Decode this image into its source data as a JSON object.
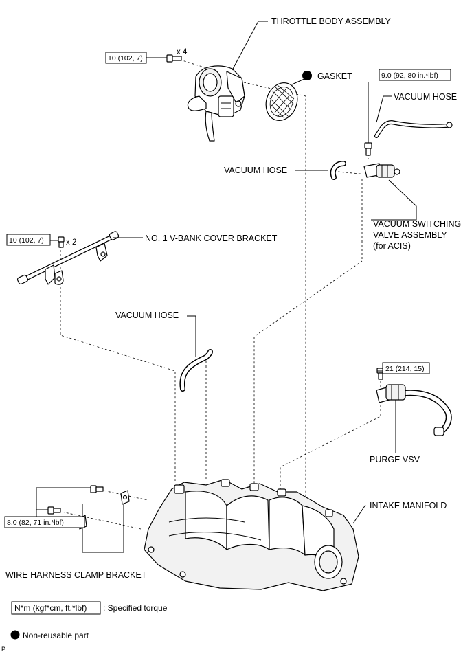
{
  "labels": {
    "throttle_body": "THROTTLE BODY ASSEMBLY",
    "gasket": "GASKET",
    "vacuum_hose_top": "VACUUM HOSE",
    "vacuum_hose_mid": "VACUUM HOSE",
    "vacuum_hose_low": "VACUUM HOSE",
    "vsv_line1": "VACUUM SWITCHING",
    "vsv_line2": "VALVE ASSEMBLY",
    "vsv_line3": "(for ACIS)",
    "vbank_bracket": "NO. 1 V-BANK COVER BRACKET",
    "purge_vsv": "PURGE VSV",
    "intake_manifold": "INTAKE MANIFOLD",
    "wire_harness": "WIRE HARNESS CLAMP BRACKET"
  },
  "torques": {
    "throttle": "10 (102, 7)",
    "throttle_qty": "x 4",
    "vsv": "9.0 (92, 80 in.*lbf)",
    "bracket": "10 (102, 7)",
    "bracket_qty": "x 2",
    "purge": "21 (214, 15)",
    "clamp": "8.0 (82, 71 in.*lbf)"
  },
  "legend": {
    "torque_box": "N*m (kgf*cm, ft.*lbf)",
    "torque_text": ": Specified torque",
    "nonreusable": "Non-reusable part"
  },
  "footer_code": "P"
}
